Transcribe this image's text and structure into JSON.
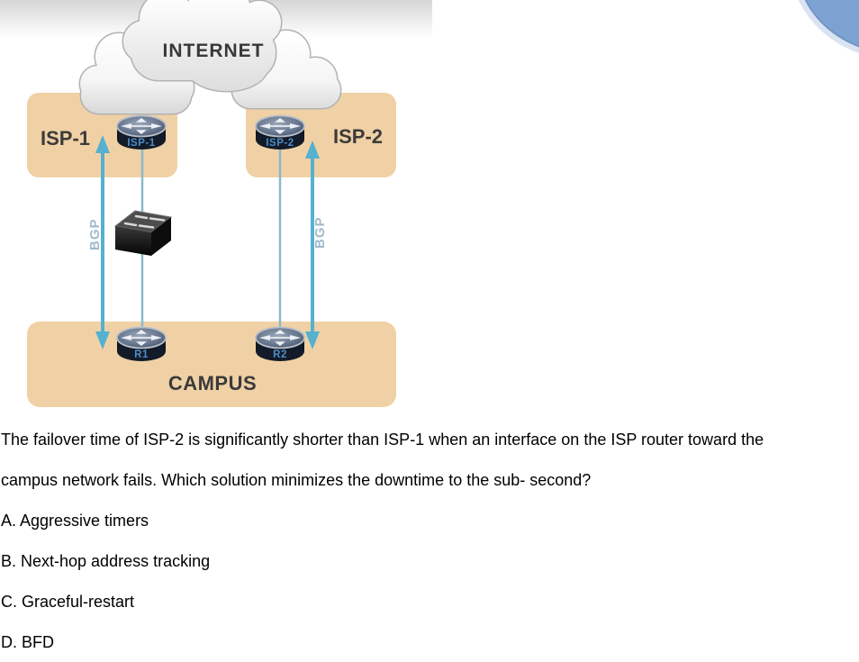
{
  "colors": {
    "box_fill": "#f0d1a5",
    "arrow_teal": "#55b1cf",
    "link_line": "#8ab9c9",
    "bgp_label_color": "#a0b9cb",
    "router_label_blue": "#4a8fc9",
    "corner_circle_blue": "#7ca2d2"
  },
  "diagram": {
    "internet": {
      "label": "INTERNET"
    },
    "isp1": {
      "box_label": "ISP-1",
      "router_label": "ISP-1",
      "bgp_label": "BGP"
    },
    "isp2": {
      "box_label": "ISP-2",
      "router_label": "ISP-2",
      "bgp_label": "BGP"
    },
    "campus": {
      "label": "CAMPUS",
      "r1_label": "R1",
      "r2_label": "R2"
    }
  },
  "question": {
    "line1": "The failover time of ISP-2 is significantly shorter than ISP-1 when an interface on the ISP router toward the",
    "line2": "campus network fails. Which solution minimizes the downtime to the sub- second?",
    "options": [
      "A. Aggressive timers",
      "B. Next-hop address tracking",
      "C. Graceful-restart",
      "D. BFD"
    ]
  }
}
